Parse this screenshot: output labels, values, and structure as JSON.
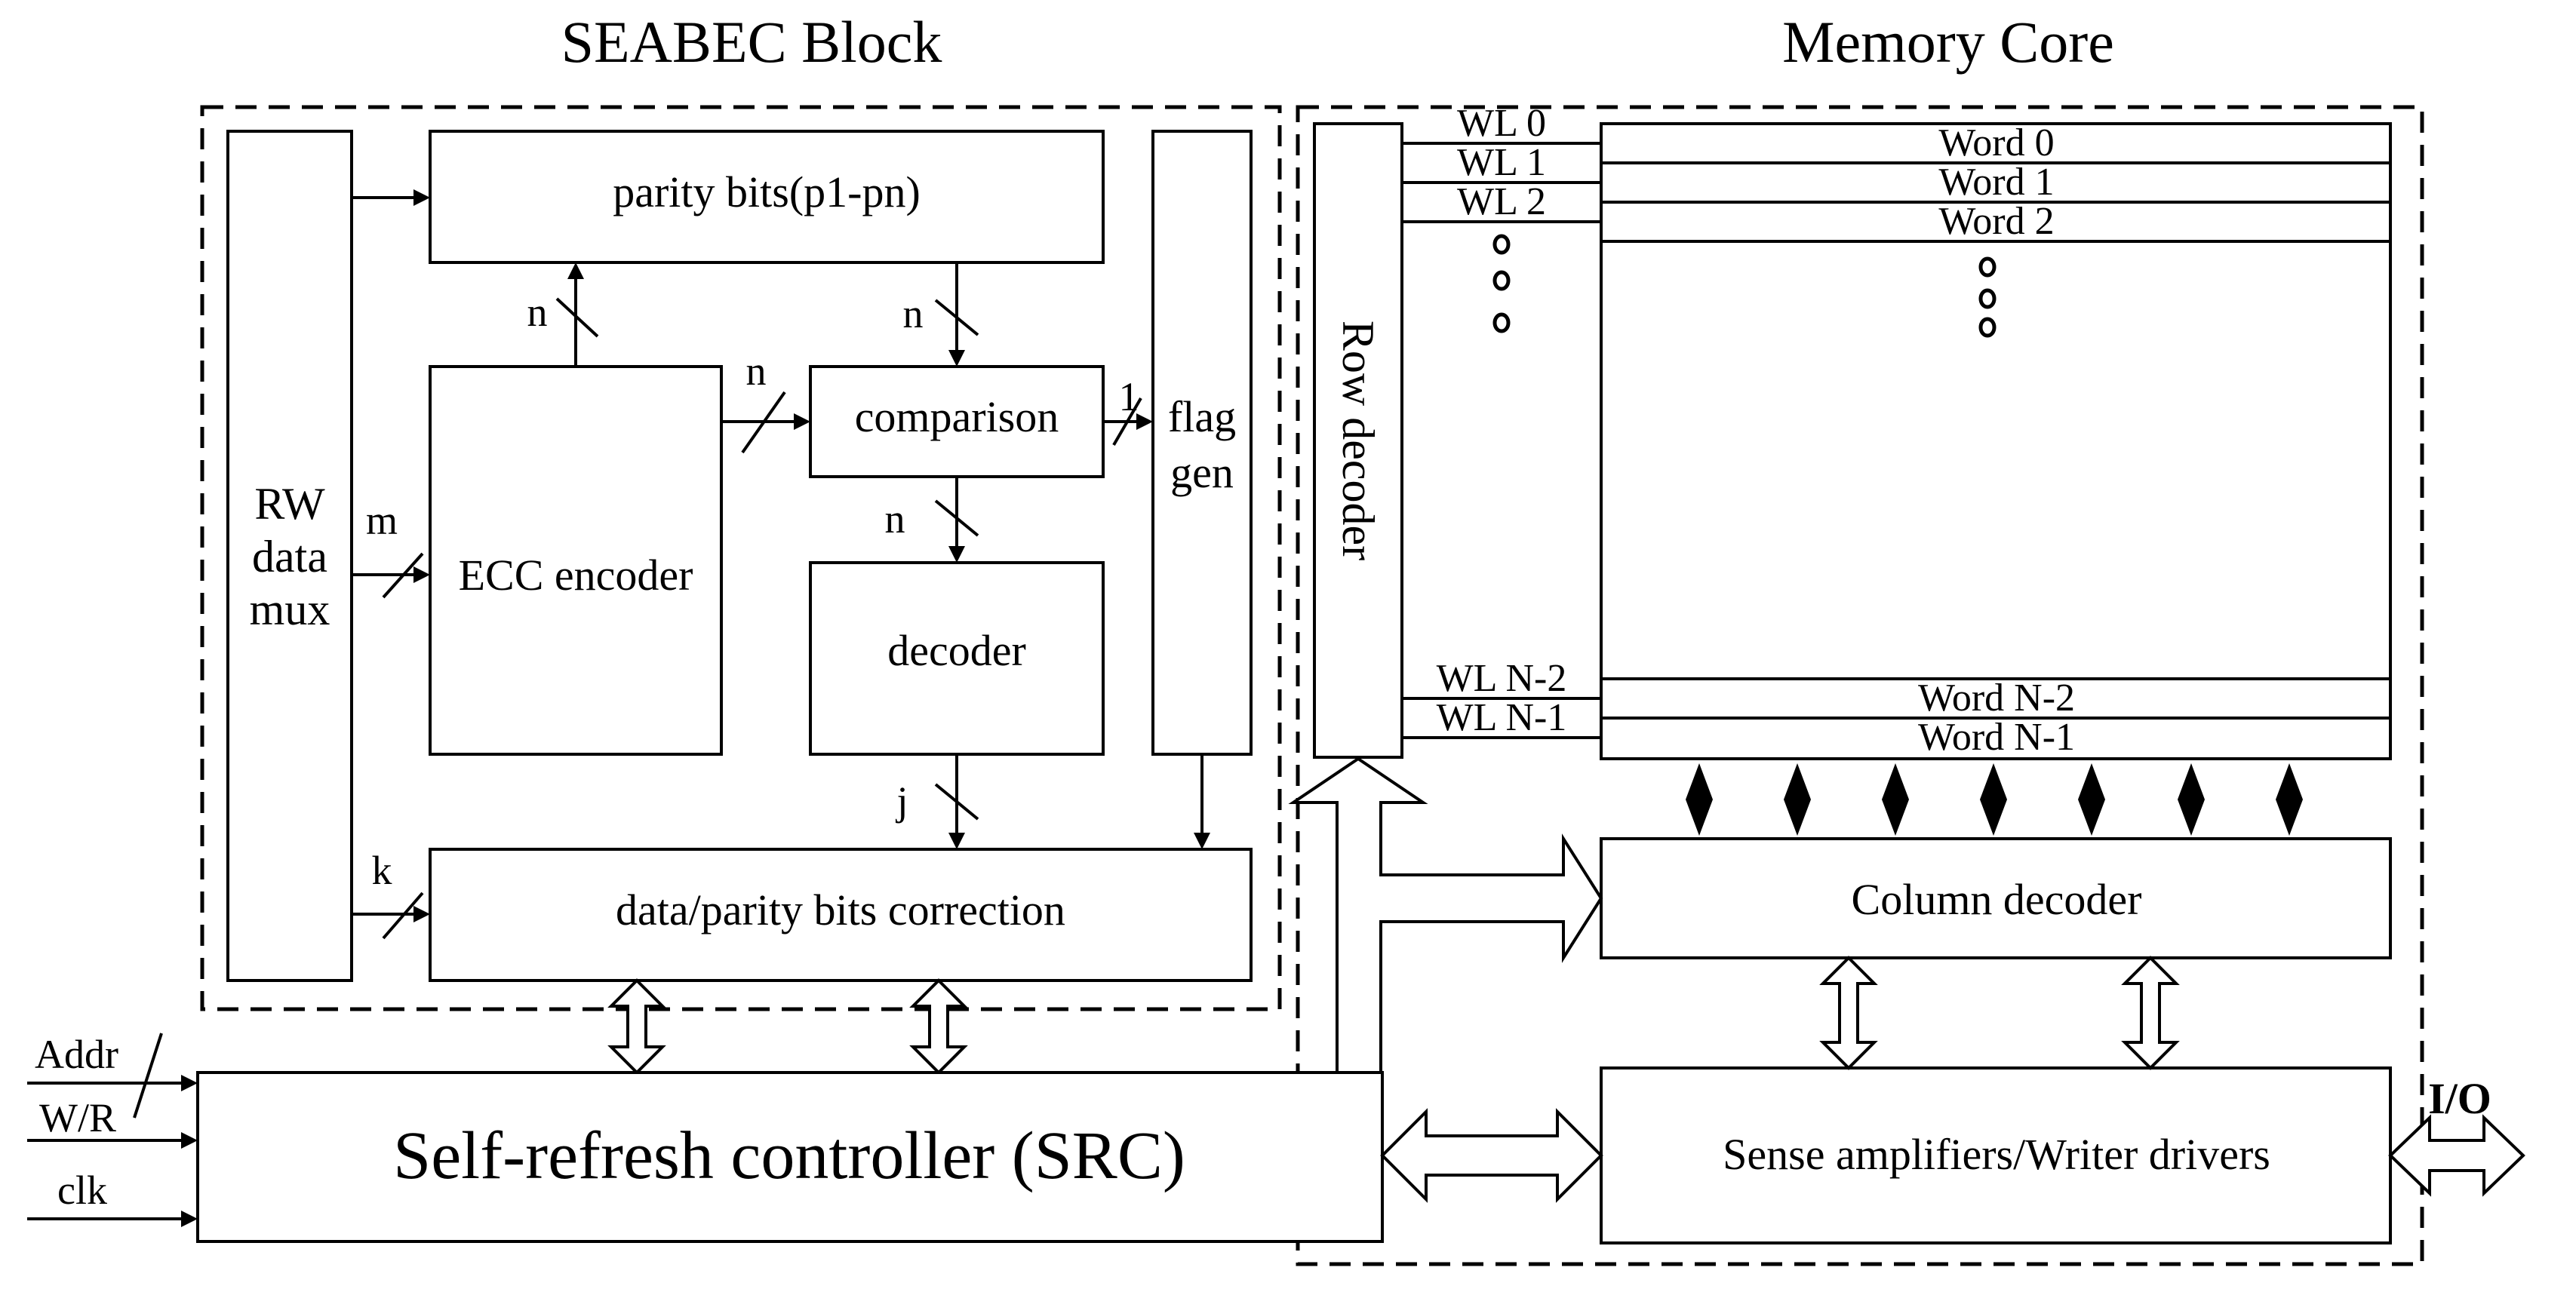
{
  "titles": {
    "seabec": "SEABEC Block",
    "memory_core": "Memory Core"
  },
  "seabec": {
    "rw_mux": [
      "RW",
      "data",
      "mux"
    ],
    "parity_bits": "parity bits(p1-pn)",
    "ecc_encoder": "ECC encoder",
    "comparison": "comparison",
    "flag_gen": [
      "flag",
      "gen"
    ],
    "decoder": "decoder",
    "correction": "data/parity bits correction"
  },
  "bus_labels": {
    "m": "m",
    "n": "n",
    "one": "1",
    "j": "j",
    "k": "k"
  },
  "src": "Self-refresh controller (SRC)",
  "inputs": {
    "addr": "Addr",
    "wr": "W/R",
    "clk": "clk"
  },
  "memory": {
    "row_decoder": "Row decoder",
    "wordlines": [
      "WL 0",
      "WL 1",
      "WL 2",
      "WL N-2",
      "WL N-1"
    ],
    "words": [
      "Word 0",
      "Word 1",
      "Word 2",
      "Word N-2",
      "Word N-1"
    ],
    "column_decoder": "Column decoder",
    "sense_amps": "Sense amplifiers/Writer drivers",
    "io": "I/O"
  }
}
